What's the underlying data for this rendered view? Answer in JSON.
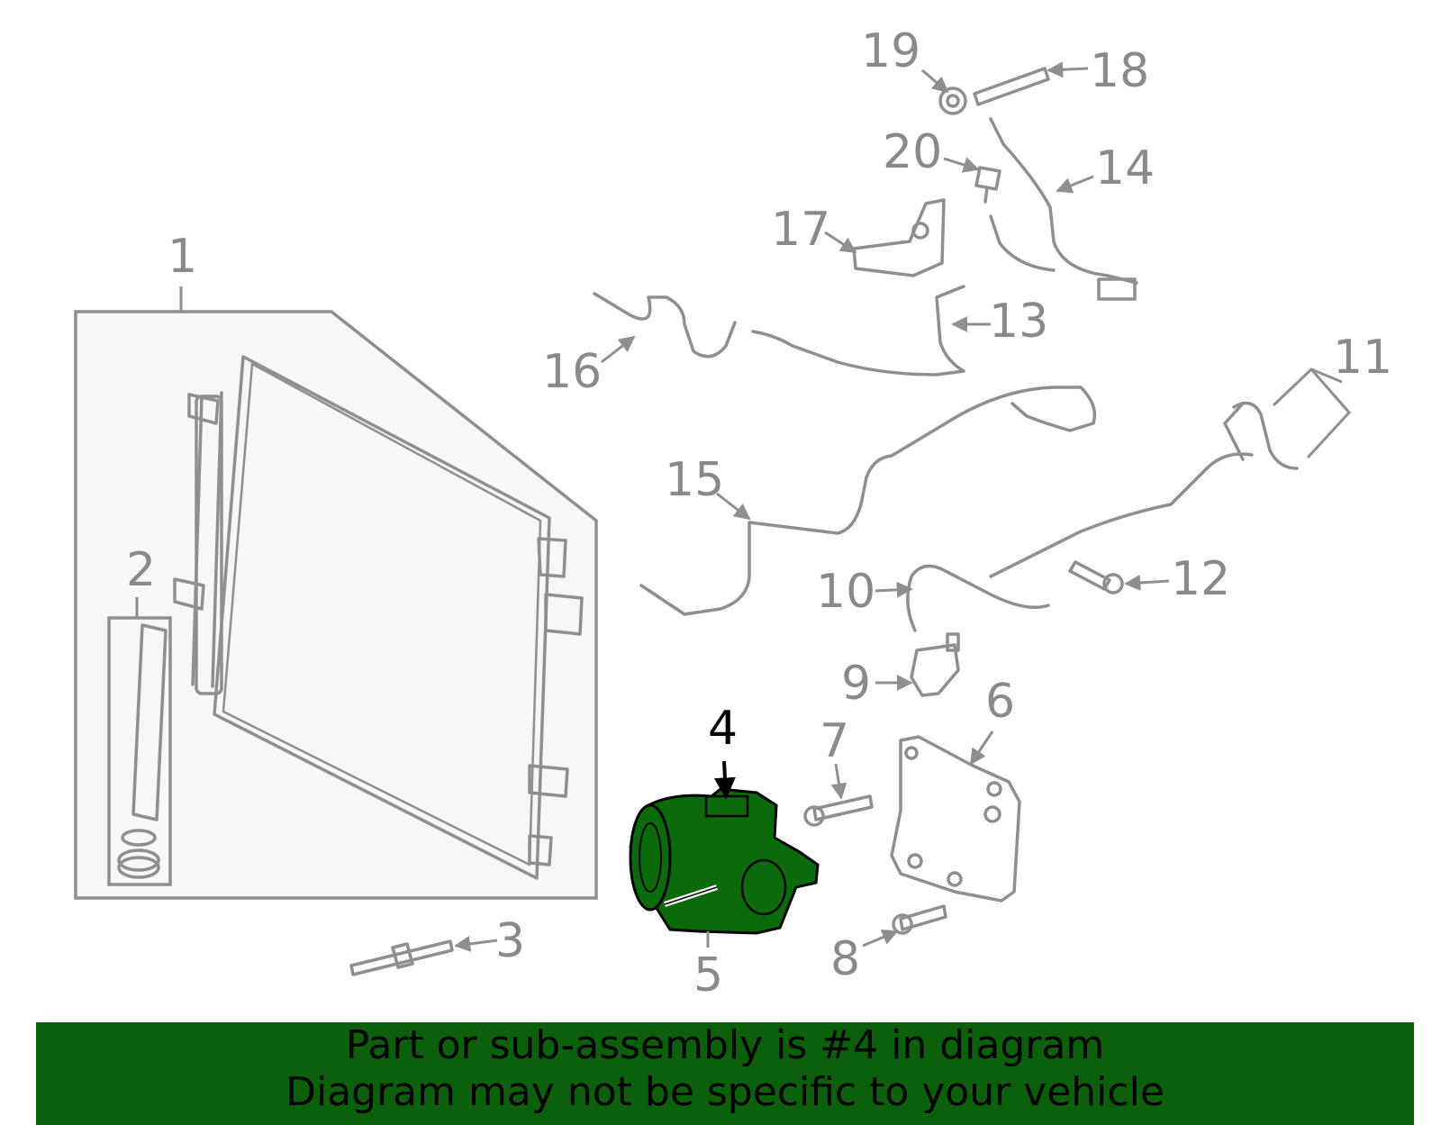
{
  "callouts": [
    "1",
    "2",
    "3",
    "4",
    "5",
    "6",
    "7",
    "8",
    "9",
    "10",
    "11",
    "12",
    "13",
    "14",
    "15",
    "16",
    "17",
    "18",
    "19",
    "20"
  ],
  "highlighted_part": "4",
  "colors": {
    "highlight": "#0b6b0b",
    "banner": "#0c600c",
    "line": "#8f8f8f",
    "text_active": "#000000"
  },
  "banner": {
    "line1": "Part or sub-assembly is #4 in diagram",
    "line2": "Diagram may not be specific to your vehicle"
  }
}
